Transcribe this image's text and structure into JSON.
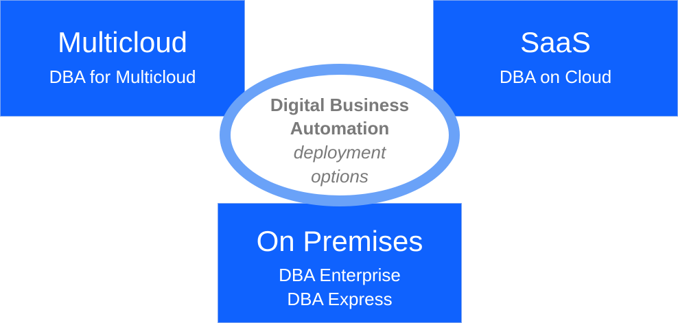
{
  "options": {
    "multicloud": {
      "title": "Multicloud",
      "subtitle": "DBA for Multicloud"
    },
    "saas": {
      "title": "SaaS",
      "subtitle": "DBA on Cloud"
    },
    "on_premises": {
      "title": "On Premises",
      "line1": "DBA Enterprise",
      "line2": "DBA Express"
    }
  },
  "hub": {
    "line1": "Digital Business",
    "line2": "Automation",
    "line3": "deployment",
    "line4": "options"
  },
  "colors": {
    "box_fill": "#0f62fe",
    "ellipse_ring": "#6aa2f8",
    "hub_text": "#7a7a7a"
  }
}
